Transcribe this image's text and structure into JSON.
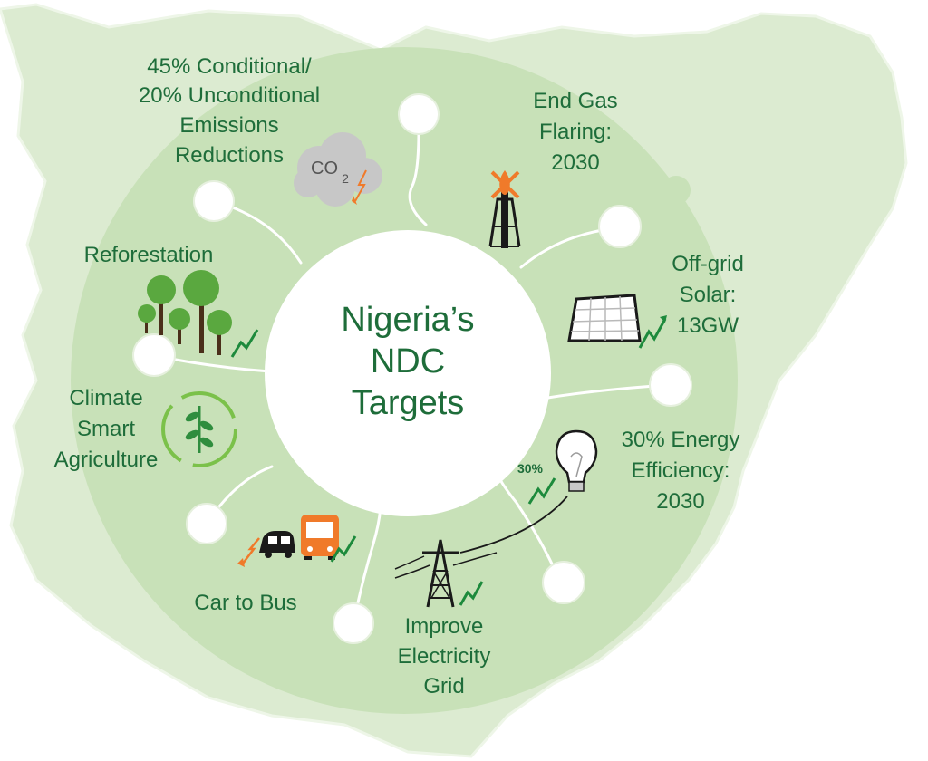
{
  "colors": {
    "map": "#dcebd1",
    "map_edge": "#eef6e8",
    "ring": "#c8e1b8",
    "hub": "#ffffff",
    "text": "#1e6d3a",
    "arrow": "#1d8a3c",
    "orange": "#f07a2a",
    "dark": "#1a1a1a"
  },
  "center": {
    "line1": "Nigeria’s",
    "line2": "NDC",
    "line3": "Targets"
  },
  "targets": {
    "emissions": {
      "line1": "45% Conditional/",
      "line2": "20% Unconditional",
      "line3": "Emissions",
      "line4": "Reductions",
      "icon_text": "CO",
      "icon_sub": "2"
    },
    "gas_flaring": {
      "line1": "End Gas",
      "line2": "Flaring:",
      "line3": "2030"
    },
    "solar": {
      "line1": "Off-grid",
      "line2": "Solar:",
      "line3": "13GW"
    },
    "energy_efficiency": {
      "line1": "30% Energy",
      "line2": "Efficiency:",
      "line3": "2030",
      "badge": "30%"
    },
    "grid": {
      "line1": "Improve",
      "line2": "Electricity",
      "line3": "Grid"
    },
    "transport": {
      "line1": "Car to Bus"
    },
    "agriculture": {
      "line1": "Climate",
      "line2": "Smart",
      "line3": "Agriculture"
    },
    "reforestation": {
      "line1": "Reforestation"
    }
  }
}
